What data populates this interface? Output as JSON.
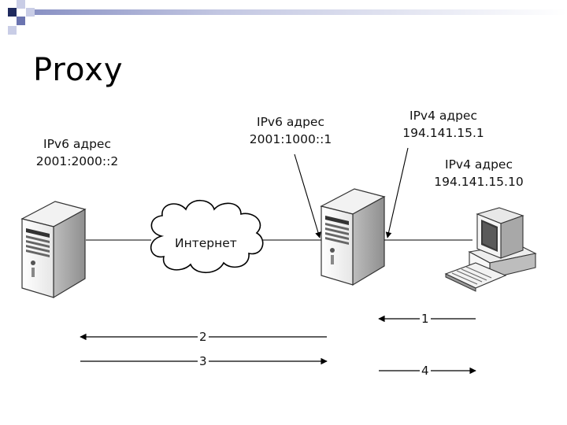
{
  "slide": {
    "title": "Proxy"
  },
  "nodes": {
    "ipv6_server": {
      "line1": "IPv6 адрес",
      "line2": "2001:2000::2"
    },
    "proxy_ipv6": {
      "line1": "IPv6 адрес",
      "line2": "2001:1000::1"
    },
    "proxy_ipv4": {
      "line1": "IPv4 адрес",
      "line2": "194.141.15.1"
    },
    "client": {
      "line1": "IPv4 адрес",
      "line2": "194.141.15.10"
    },
    "cloud": {
      "label": "Интернет"
    }
  },
  "flows": [
    {
      "label": "1",
      "direction": "left"
    },
    {
      "label": "2",
      "direction": "left"
    },
    {
      "label": "3",
      "direction": "right"
    },
    {
      "label": "4",
      "direction": "right"
    }
  ],
  "colors": {
    "accent_dark": "#1f2a5e",
    "accent_mid": "#6b74b0",
    "accent_light": "#c9cde6"
  }
}
